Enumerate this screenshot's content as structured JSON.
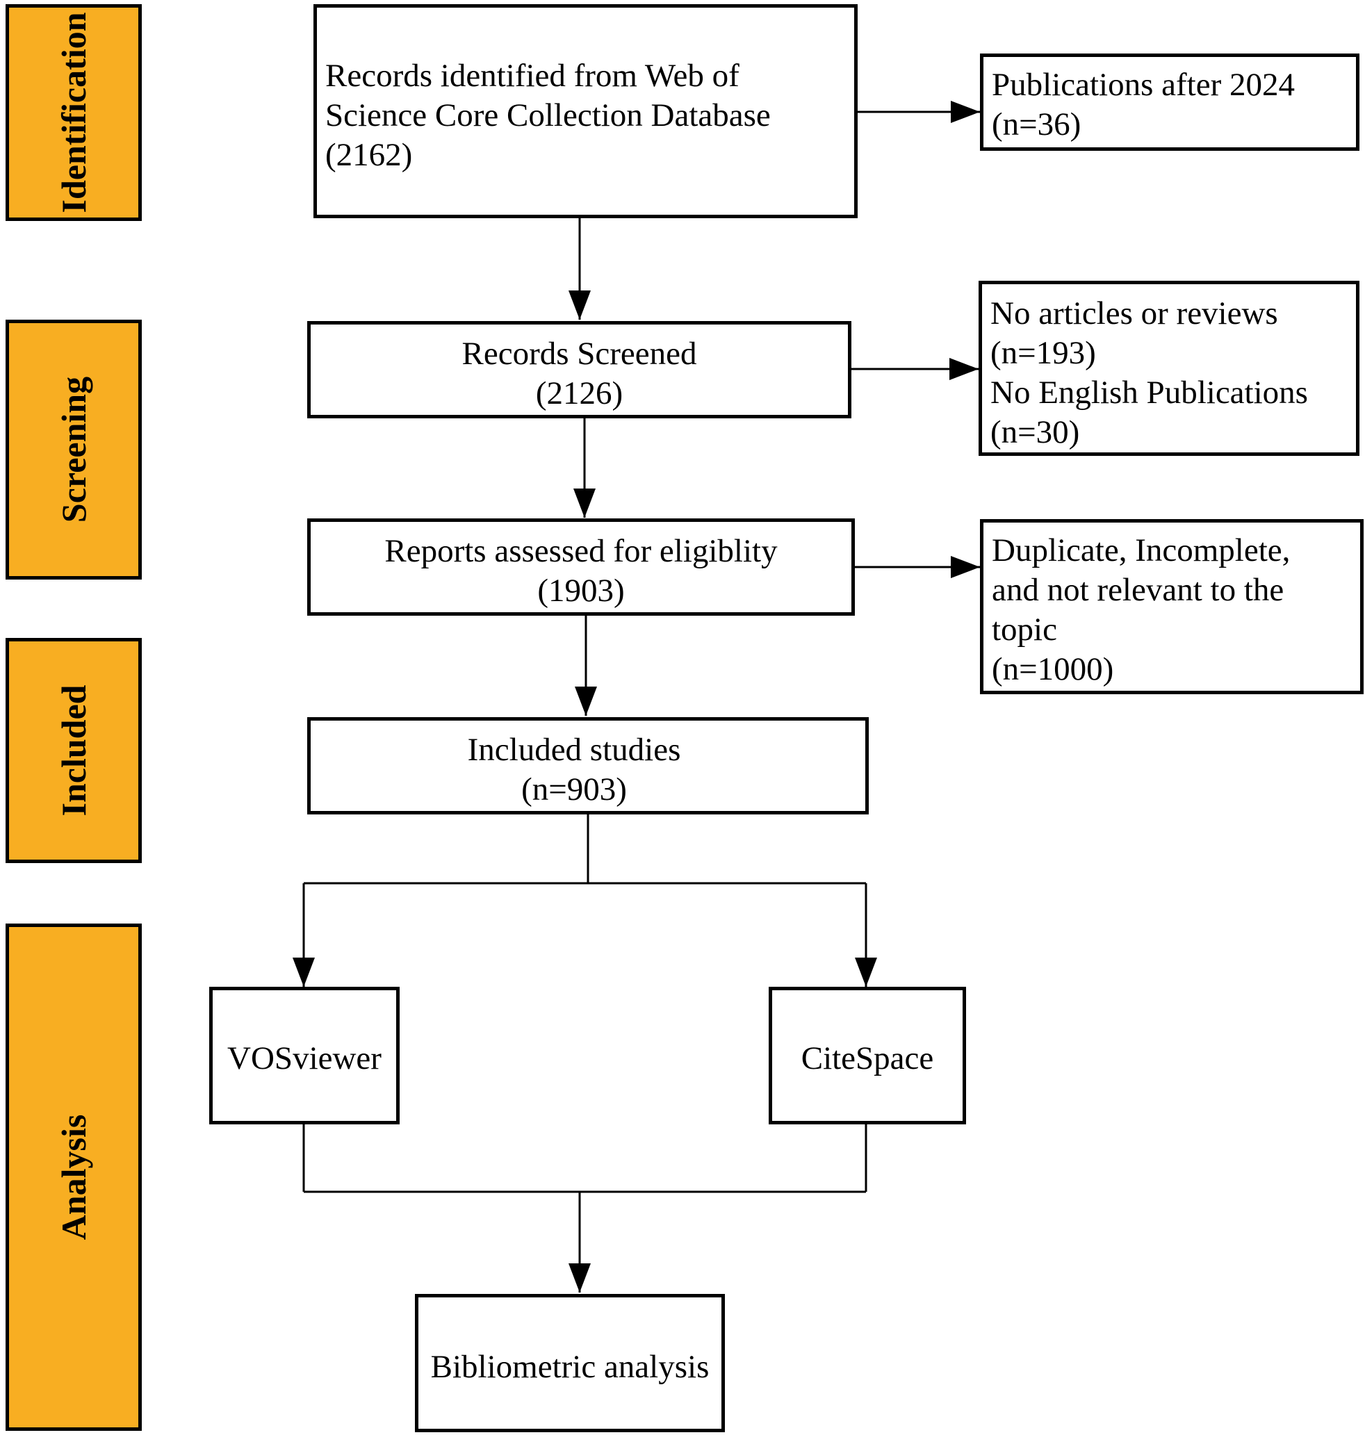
{
  "stages": [
    {
      "id": "identification",
      "label": "Identification"
    },
    {
      "id": "screening",
      "label": "Screening"
    },
    {
      "id": "included",
      "label": "Included"
    },
    {
      "id": "analysis",
      "label": "Analysis"
    }
  ],
  "boxes": {
    "records_identified": {
      "lines": [
        "Records identified from  Web of",
        "Science Core Collection Database",
        "(2162)"
      ]
    },
    "excluded_after_2024": {
      "lines": [
        "Publications after 2024",
        "(n=36)"
      ]
    },
    "records_screened": {
      "lines": [
        "Records Screened",
        "(2126)"
      ]
    },
    "excluded_screening": {
      "lines": [
        "No articles or reviews",
        "(n=193)",
        "No English Publications",
        "(n=30)"
      ]
    },
    "reports_assessed": {
      "lines": [
        "Reports assessed for eligiblity",
        "(1903)"
      ]
    },
    "excluded_eligibility": {
      "lines": [
        "Duplicate, Incomplete,",
        "and not relevant to the",
        "topic",
        "(n=1000)"
      ]
    },
    "included_studies": {
      "lines": [
        "Included  studies",
        "(n=903)"
      ]
    },
    "vosviewer": {
      "lines": [
        "VOSviewer"
      ]
    },
    "citespace": {
      "lines": [
        "CiteSpace"
      ]
    },
    "bibliometric": {
      "lines": [
        "Bibliometric analysis"
      ]
    }
  },
  "colors": {
    "stage_fill": "#f8ae22",
    "border": "#000000",
    "box_fill": "#ffffff"
  }
}
